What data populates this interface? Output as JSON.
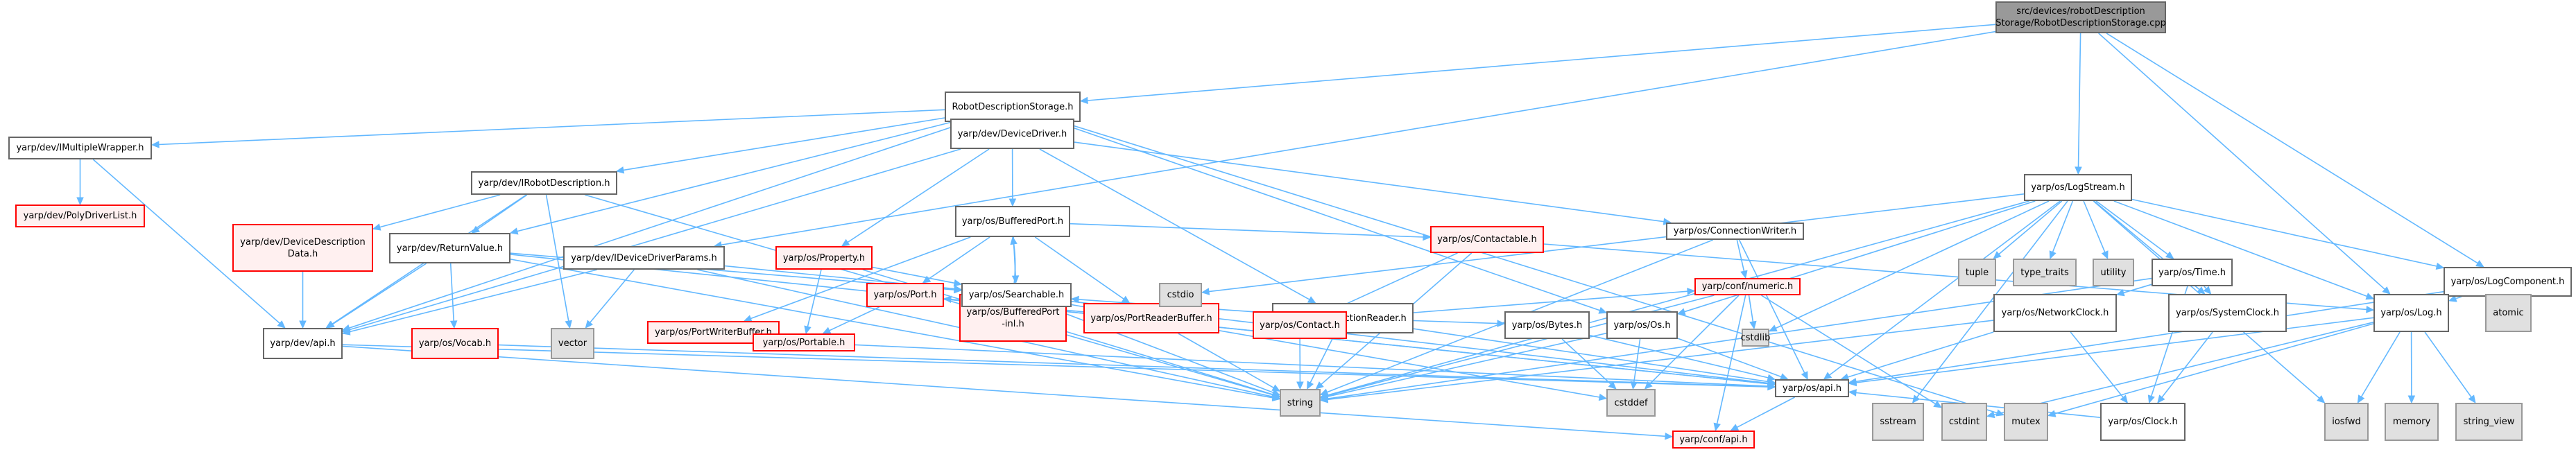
{
  "diagram": {
    "title": "Include dependency graph for RobotDescriptionStorage.cpp",
    "legend": {
      "edge_color": "#63b8ff",
      "normal_border": "#666666",
      "doc_missing_border": "#ff0000",
      "doc_missing_fill": "#fff0f0",
      "system_fill": "#e0e0e0",
      "root_fill": "#999999"
    },
    "nodes": [
      {
        "id": "root",
        "label": "src/devices/robotDescription\nStorage/RobotDescriptionStorage.cpp",
        "kind": "root"
      },
      {
        "id": "rds",
        "label": "RobotDescriptionStorage.h",
        "kind": "normal"
      },
      {
        "id": "imw",
        "label": "yarp/dev/IMultipleWrapper.h",
        "kind": "normal"
      },
      {
        "id": "pdl",
        "label": "yarp/dev/PolyDriverList.h",
        "kind": "red"
      },
      {
        "id": "dd",
        "label": "yarp/dev/DeviceDriver.h",
        "kind": "normal"
      },
      {
        "id": "ird",
        "label": "yarp/dev/IRobotDescription.h",
        "kind": "normal"
      },
      {
        "id": "ddd",
        "label": "yarp/dev/DeviceDescription\nData.h",
        "kind": "red"
      },
      {
        "id": "rv",
        "label": "yarp/dev/ReturnValue.h",
        "kind": "normal"
      },
      {
        "id": "iddp",
        "label": "yarp/dev/IDeviceDriverParams.h",
        "kind": "normal"
      },
      {
        "id": "devapi",
        "label": "yarp/dev/api.h",
        "kind": "normal"
      },
      {
        "id": "vocab",
        "label": "yarp/os/Vocab.h",
        "kind": "red"
      },
      {
        "id": "vector",
        "label": "vector",
        "kind": "sys"
      },
      {
        "id": "bp",
        "label": "yarp/os/BufferedPort.h",
        "kind": "normal"
      },
      {
        "id": "prop",
        "label": "yarp/os/Property.h",
        "kind": "red"
      },
      {
        "id": "bpinl",
        "label": "yarp/os/BufferedPort\n-inl.h",
        "kind": "red"
      },
      {
        "id": "prb",
        "label": "yarp/os/PortReaderBuffer.h",
        "kind": "red"
      },
      {
        "id": "pwb",
        "label": "yarp/os/PortWriterBuffer.h",
        "kind": "red"
      },
      {
        "id": "port",
        "label": "yarp/os/Port.h",
        "kind": "red"
      },
      {
        "id": "search",
        "label": "yarp/os/Searchable.h",
        "kind": "normal"
      },
      {
        "id": "portable",
        "label": "yarp/os/Portable.h",
        "kind": "red"
      },
      {
        "id": "cstdio",
        "label": "cstdio",
        "kind": "sys"
      },
      {
        "id": "cr",
        "label": "yarp/os/ConnectionReader.h",
        "kind": "normal"
      },
      {
        "id": "contactable",
        "label": "yarp/os/Contactable.h",
        "kind": "red"
      },
      {
        "id": "contact",
        "label": "yarp/os/Contact.h",
        "kind": "red"
      },
      {
        "id": "string",
        "label": "string",
        "kind": "sys"
      },
      {
        "id": "bytes",
        "label": "yarp/os/Bytes.h",
        "kind": "normal"
      },
      {
        "id": "os",
        "label": "yarp/os/Os.h",
        "kind": "normal"
      },
      {
        "id": "numeric",
        "label": "yarp/conf/numeric.h",
        "kind": "red"
      },
      {
        "id": "cstddef",
        "label": "cstddef",
        "kind": "sys"
      },
      {
        "id": "cw",
        "label": "yarp/os/ConnectionWriter.h",
        "kind": "normal"
      },
      {
        "id": "ls",
        "label": "yarp/os/LogStream.h",
        "kind": "normal"
      },
      {
        "id": "tuple",
        "label": "tuple",
        "kind": "sys"
      },
      {
        "id": "tt",
        "label": "type_traits",
        "kind": "sys"
      },
      {
        "id": "utility",
        "label": "utility",
        "kind": "sys"
      },
      {
        "id": "time",
        "label": "yarp/os/Time.h",
        "kind": "normal"
      },
      {
        "id": "lc",
        "label": "yarp/os/LogComponent.h",
        "kind": "normal"
      },
      {
        "id": "atomic",
        "label": "atomic",
        "kind": "sys"
      },
      {
        "id": "nc",
        "label": "yarp/os/NetworkClock.h",
        "kind": "normal"
      },
      {
        "id": "sc",
        "label": "yarp/os/SystemClock.h",
        "kind": "normal"
      },
      {
        "id": "log",
        "label": "yarp/os/Log.h",
        "kind": "normal"
      },
      {
        "id": "cstdlib",
        "label": "cstdlib",
        "kind": "sys"
      },
      {
        "id": "sstream",
        "label": "sstream",
        "kind": "sys"
      },
      {
        "id": "cstdint",
        "label": "cstdint",
        "kind": "sys"
      },
      {
        "id": "mutex",
        "label": "mutex",
        "kind": "sys"
      },
      {
        "id": "clock",
        "label": "yarp/os/Clock.h",
        "kind": "normal"
      },
      {
        "id": "iosfwd",
        "label": "iosfwd",
        "kind": "sys"
      },
      {
        "id": "memory",
        "label": "memory",
        "kind": "sys"
      },
      {
        "id": "sv",
        "label": "string_view",
        "kind": "sys"
      },
      {
        "id": "osapi",
        "label": "yarp/os/api.h",
        "kind": "normal"
      },
      {
        "id": "confapi",
        "label": "yarp/conf/api.h",
        "kind": "red"
      }
    ],
    "edges": [
      [
        "root",
        "rds"
      ],
      [
        "root",
        "ls"
      ],
      [
        "root",
        "lc"
      ],
      [
        "root",
        "log"
      ],
      [
        "root",
        "iddp"
      ],
      [
        "rds",
        "imw"
      ],
      [
        "rds",
        "dd"
      ],
      [
        "rds",
        "ird"
      ],
      [
        "rds",
        "rv"
      ],
      [
        "rds",
        "devapi"
      ],
      [
        "rds",
        "os"
      ],
      [
        "rds",
        "mutex"
      ],
      [
        "imw",
        "pdl"
      ],
      [
        "imw",
        "devapi"
      ],
      [
        "dd",
        "bp"
      ],
      [
        "dd",
        "prop"
      ],
      [
        "dd",
        "cr"
      ],
      [
        "dd",
        "cw"
      ],
      [
        "dd",
        "devapi"
      ],
      [
        "ird",
        "ddd"
      ],
      [
        "ird",
        "rv"
      ],
      [
        "ird",
        "vector"
      ],
      [
        "ird",
        "devapi"
      ],
      [
        "ird",
        "string"
      ],
      [
        "ddd",
        "devapi"
      ],
      [
        "rv",
        "devapi"
      ],
      [
        "rv",
        "vocab"
      ],
      [
        "rv",
        "search"
      ],
      [
        "rv",
        "string"
      ],
      [
        "rv",
        "osapi"
      ],
      [
        "iddp",
        "vector"
      ],
      [
        "iddp",
        "devapi"
      ],
      [
        "iddp",
        "search"
      ],
      [
        "iddp",
        "string"
      ],
      [
        "devapi",
        "osapi"
      ],
      [
        "bp",
        "bpinl"
      ],
      [
        "bpinl",
        "bp"
      ],
      [
        "bp",
        "prb"
      ],
      [
        "bp",
        "pwb"
      ],
      [
        "bp",
        "port"
      ],
      [
        "bp",
        "contactable"
      ],
      [
        "bp",
        "search"
      ],
      [
        "prop",
        "portable"
      ],
      [
        "prop",
        "search"
      ],
      [
        "prop",
        "string"
      ],
      [
        "prb",
        "port"
      ],
      [
        "prb",
        "cstdio"
      ],
      [
        "prb",
        "string"
      ],
      [
        "pwb",
        "portable"
      ],
      [
        "port",
        "portable"
      ],
      [
        "port",
        "osapi"
      ],
      [
        "search",
        "string"
      ],
      [
        "search",
        "osapi"
      ],
      [
        "search",
        "cstddef"
      ],
      [
        "portable",
        "osapi"
      ],
      [
        "cr",
        "contact"
      ],
      [
        "cr",
        "bytes"
      ],
      [
        "cr",
        "numeric"
      ],
      [
        "cr",
        "string"
      ],
      [
        "cr",
        "search"
      ],
      [
        "cr",
        "osapi"
      ],
      [
        "contactable",
        "contact"
      ],
      [
        "contactable",
        "string"
      ],
      [
        "contactable",
        "log"
      ],
      [
        "contact",
        "string"
      ],
      [
        "bytes",
        "cstddef"
      ],
      [
        "bytes",
        "osapi"
      ],
      [
        "os",
        "cstddef"
      ],
      [
        "os",
        "string"
      ],
      [
        "os",
        "osapi"
      ],
      [
        "numeric",
        "cstddef"
      ],
      [
        "numeric",
        "cstdlib"
      ],
      [
        "numeric",
        "cstdint"
      ],
      [
        "numeric",
        "confapi"
      ],
      [
        "numeric",
        "string"
      ],
      [
        "cw",
        "numeric"
      ],
      [
        "cw",
        "string"
      ],
      [
        "cw",
        "osapi"
      ],
      [
        "ls",
        "tuple"
      ],
      [
        "ls",
        "tt"
      ],
      [
        "ls",
        "utility"
      ],
      [
        "ls",
        "time"
      ],
      [
        "ls",
        "lc"
      ],
      [
        "ls",
        "log"
      ],
      [
        "ls",
        "string"
      ],
      [
        "ls",
        "sstream"
      ],
      [
        "ls",
        "cstdio"
      ],
      [
        "ls",
        "iosfwd"
      ],
      [
        "ls",
        "osapi"
      ],
      [
        "ls",
        "sc"
      ],
      [
        "ls",
        "os"
      ],
      [
        "ls",
        "cstdlib"
      ],
      [
        "time",
        "nc"
      ],
      [
        "time",
        "sc"
      ],
      [
        "time",
        "clock"
      ],
      [
        "time",
        "string"
      ],
      [
        "lc",
        "log"
      ],
      [
        "lc",
        "atomic"
      ],
      [
        "lc",
        "osapi"
      ],
      [
        "nc",
        "clock"
      ],
      [
        "nc",
        "osapi"
      ],
      [
        "nc",
        "string"
      ],
      [
        "sc",
        "clock"
      ],
      [
        "clock",
        "osapi"
      ],
      [
        "log",
        "iosfwd"
      ],
      [
        "log",
        "memory"
      ],
      [
        "log",
        "sv"
      ],
      [
        "log",
        "cstdint"
      ],
      [
        "log",
        "mutex"
      ],
      [
        "log",
        "osapi"
      ],
      [
        "osapi",
        "confapi"
      ],
      [
        "vocab",
        "osapi"
      ],
      [
        "devapi",
        "confapi"
      ]
    ]
  }
}
